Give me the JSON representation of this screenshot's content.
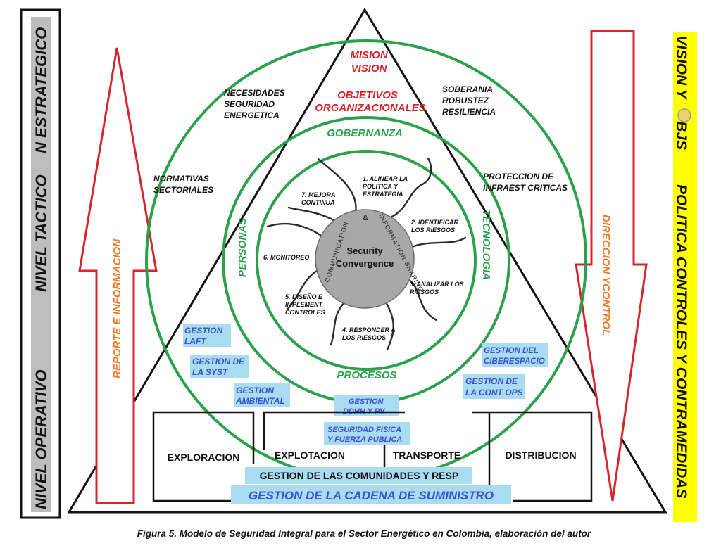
{
  "left_bar": {
    "strategic": "N ESTRATEGICO",
    "tactical": "NIVEL TACTICO",
    "operational": "NIVEL OPERATIVO"
  },
  "right_bar": {
    "line1": "VISION Y ",
    "line1_tail": "BJS",
    "line2": "POLITICA   CONTROLES Y CONTRAMEDIDAS"
  },
  "arrows": {
    "up_label": "REPORTE E INFORMACION",
    "down_label": "DIRECCION YCONTROL"
  },
  "top": {
    "mision": "MISION",
    "vision": "VISION",
    "objetivos": "OBJETIVOS",
    "organizacionales": "ORGANIZACIONALES"
  },
  "outer_labels": {
    "necesidades": [
      "NECESIDADES",
      "SEGURIDAD",
      "ENERGETICA"
    ],
    "soberania": [
      "SOBERANIA",
      "ROBUSTEZ",
      "RESILIENCIA"
    ],
    "normativas": [
      "NORMATIVAS",
      "SECTORIALES"
    ],
    "proteccion": [
      "PROTECCION DE",
      "INFRAEST CRITICAS"
    ]
  },
  "ring_labels": {
    "gobernanza": "GOBERNANZA",
    "personas": "PERSONAS",
    "tecnologia": "TECNOLOGIA",
    "procesos": "PROCESOS"
  },
  "center": {
    "title1": "Security",
    "title2": "Convergence",
    "arc_left": "COMMUNICATION",
    "arc_amp": "&",
    "arc_right": "INFORMATION SHARING"
  },
  "steps": [
    [
      "1. ALINEAR LA",
      "POLITICA Y",
      "ESTRATEGIA"
    ],
    [
      "2. IDENTIFICAR",
      "LOS RIESGOS"
    ],
    [
      "3. ANALIZAR LOS",
      "RIESGOS"
    ],
    [
      "4. RESPONDER A",
      "LOS RIESGOS"
    ],
    [
      "5. DISEÑO E",
      "IMPLEMENT",
      "CONTROLES"
    ],
    [
      "6. MONITOREO"
    ],
    [
      "7. MEJORA",
      "CONTINUA"
    ]
  ],
  "boxes": {
    "laft": [
      "GESTION",
      "LAFT"
    ],
    "syst": [
      "GESTION DE",
      "LA SYST"
    ],
    "ambiental": [
      "GESTION",
      "AMBIENTAL"
    ],
    "ddhh": [
      "GESTION",
      "DDHH Y PV"
    ],
    "seguridad": [
      "SEGURIDAD FISICA",
      "Y FUERZA PUBLICA"
    ],
    "ciber": [
      "GESTION DEL",
      "CIBERESPACIO"
    ],
    "contops": [
      "GESTION DE",
      "LA CONT OPS"
    ]
  },
  "chain": {
    "exploracion": "EXPLORACION",
    "explotacion": "EXPLOTACION",
    "transporte": "TRANSPORTE",
    "distribucion": "DISTRIBUCION",
    "comunidades": "GESTION DE LAS COMUNIDADES Y RESP",
    "cadena": "GESTION DE LA CADENA DE SUMINISTRO"
  },
  "caption": "Figura 5. Modelo de Seguridad Integral para el Sector Energético en Colombia, elaboración del autor",
  "colors": {
    "green": "#2aa14a",
    "red": "#d7262b",
    "orange": "#f07a28",
    "blue_text": "#3b4fd0",
    "box_fill": "#a9dcf0",
    "yellow": "#ffff00",
    "grey": "#bdbdbd",
    "center_grey": "#a8a8a8"
  }
}
